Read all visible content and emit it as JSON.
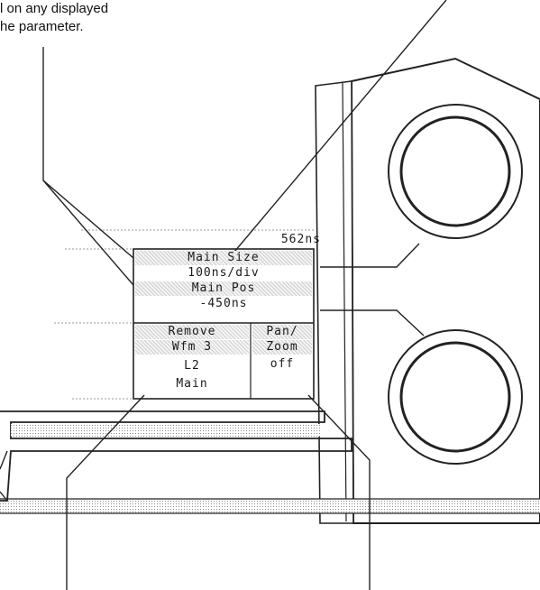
{
  "callout": {
    "line1": "l on any displayed",
    "line2": "he parameter."
  },
  "screen": {
    "top_readout": "562ns",
    "main_size_label": "Main Size",
    "main_size_value": "100ns/div",
    "main_pos_label": "Main Pos",
    "main_pos_value": "-450ns",
    "remove_wfm_line1": "Remove",
    "remove_wfm_line2": "Wfm 3",
    "remove_wfm_line3": "L2",
    "remove_wfm_line4": "Main",
    "pan_zoom_line1": "Pan/",
    "pan_zoom_line2": "Zoom",
    "pan_zoom_line3": "off"
  },
  "knobs": [
    {
      "name": "upper-knob"
    },
    {
      "name": "lower-knob"
    }
  ]
}
